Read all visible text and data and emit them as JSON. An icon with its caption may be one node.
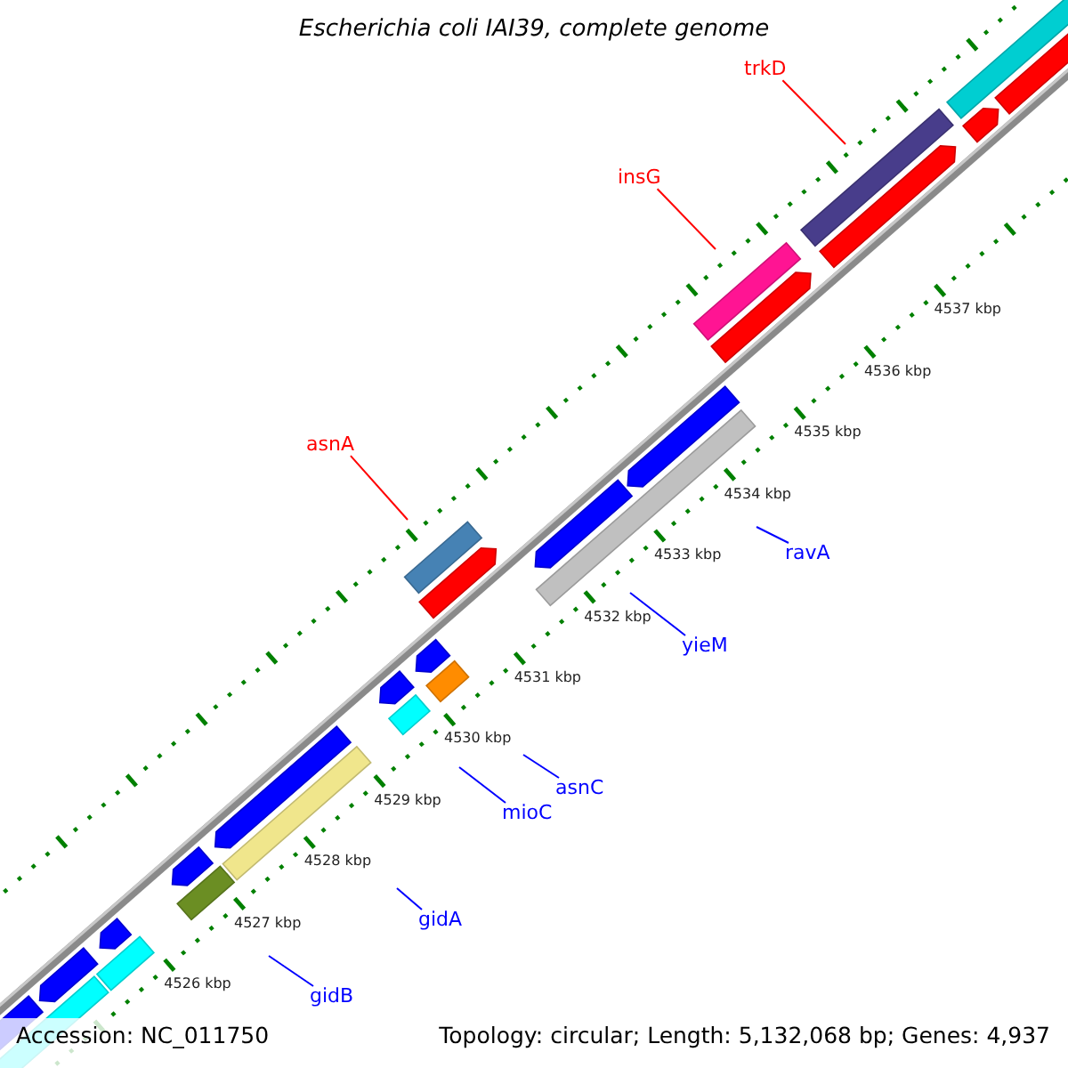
{
  "diagram": {
    "title": "Escherichia coli IAI39, complete genome",
    "nodes": [
      {
        "text": [
          "trkD"
        ]
      },
      {
        "text": [
          "insG"
        ]
      },
      {
        "text": [
          "asnA"
        ]
      },
      {
        "text": [
          "ravA"
        ]
      },
      {
        "text": [
          "yieM"
        ]
      },
      {
        "text": [
          "asnC"
        ]
      },
      {
        "text": [
          "mioC"
        ]
      },
      {
        "text": [
          "gidA"
        ]
      },
      {
        "text": [
          "gidB"
        ]
      }
    ],
    "edges": [
      {
        "from": 0,
        "to": null,
        "arrow": "none",
        "color": "#ff0000"
      },
      {
        "from": 1,
        "to": null,
        "arrow": "none",
        "color": "#ff0000"
      },
      {
        "from": 2,
        "to": null,
        "arrow": "none",
        "color": "#ff0000"
      },
      {
        "from": 3,
        "to": null,
        "arrow": "none"
      },
      {
        "from": 4,
        "to": null,
        "arrow": "none"
      },
      {
        "from": 5,
        "to": null,
        "arrow": "none"
      },
      {
        "from": 6,
        "to": null,
        "arrow": "none"
      },
      {
        "from": 7,
        "to": null,
        "arrow": "none"
      },
      {
        "from": 8,
        "to": null,
        "arrow": "none"
      }
    ],
    "labels": [
      "4537 kbp",
      "4536 kbp",
      "4535 kbp",
      "4534 kbp",
      "4533 kbp",
      "4532 kbp",
      "4531 kbp",
      "4530 kbp",
      "4529 kbp",
      "4528 kbp",
      "4527 kbp",
      "4526 kbp",
      "Accession: NC_011750",
      "Topology: circular; Length: 5,132,068 bp; Genes: 4,937"
    ]
  }
}
